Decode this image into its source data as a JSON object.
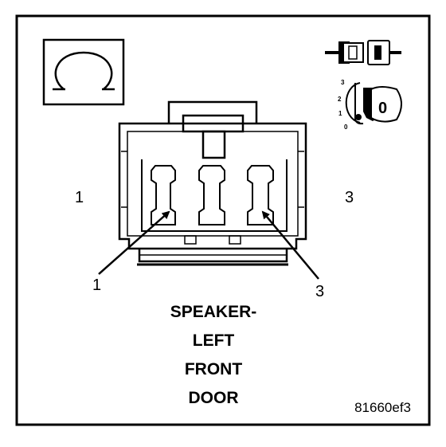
{
  "symbol": {
    "name": "ohm-symbol",
    "glyph": "Ω"
  },
  "connector": {
    "side_labels": {
      "left": "1",
      "right": "3"
    },
    "pin_callouts": [
      {
        "label": "1"
      },
      {
        "label": "3"
      }
    ]
  },
  "caption_lines": [
    "SPEAKER-",
    "LEFT",
    "FRONT",
    "DOOR"
  ],
  "reference_code": "81660ef3",
  "ignition_icon": {
    "positions": [
      "3",
      "2",
      "1",
      "0"
    ],
    "key_label": "0"
  },
  "colors": {
    "line": "#000000",
    "background": "#ffffff"
  }
}
